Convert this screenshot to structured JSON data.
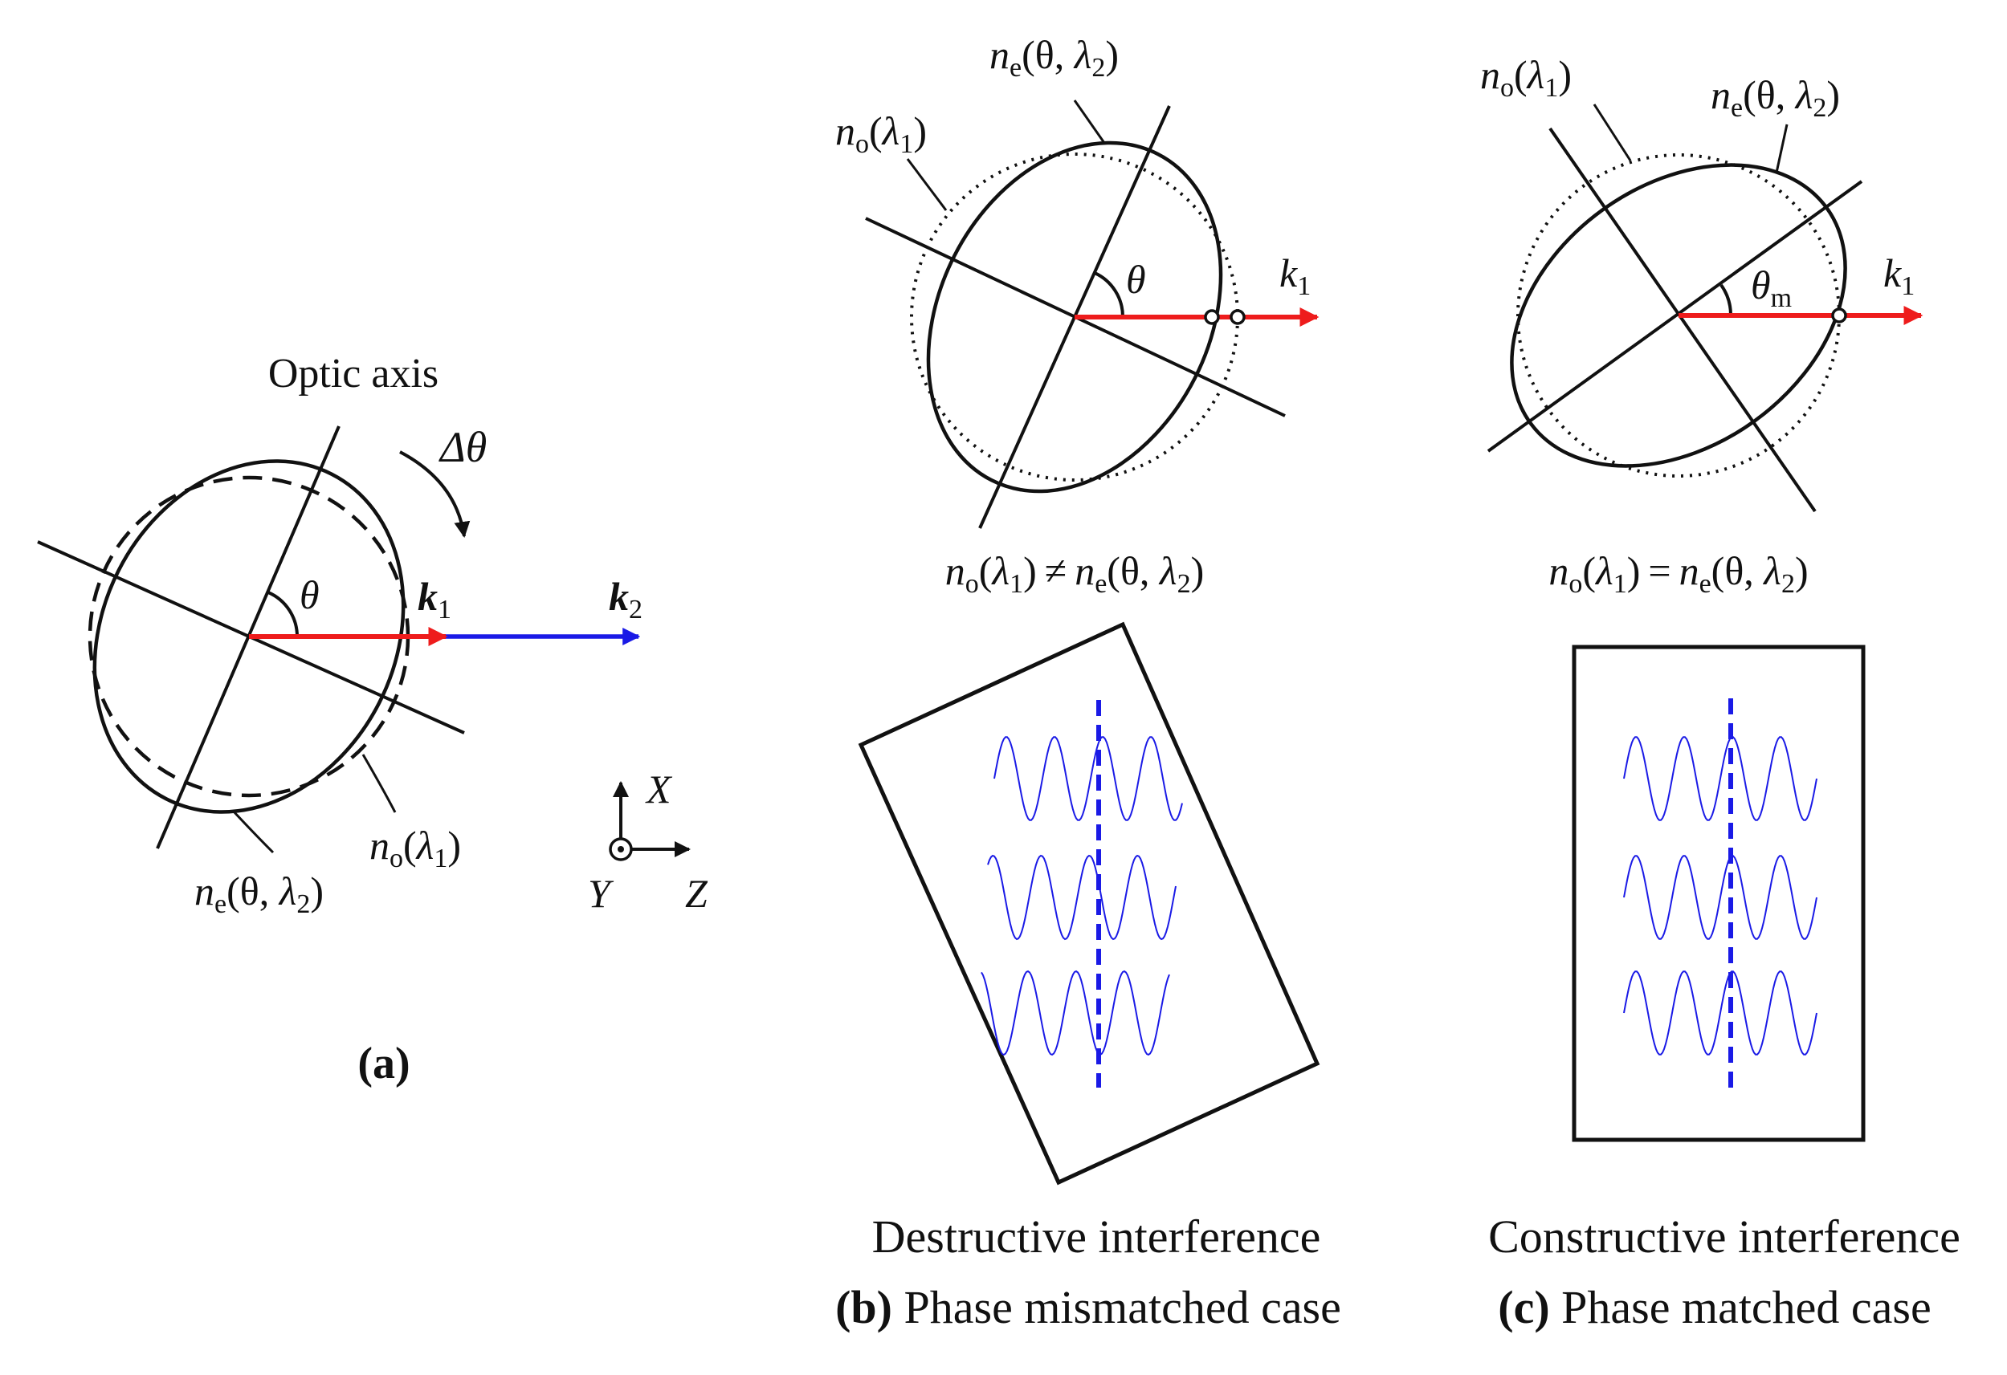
{
  "panel_a": {
    "optic_axis": "Optic axis",
    "delta_theta": "Δθ",
    "theta": "θ",
    "k1": {
      "base": "k",
      "sub": "1"
    },
    "k2": {
      "base": "k",
      "sub": "2"
    },
    "no": {
      "n": "n",
      "sub": "o",
      "args": [
        "(",
        "λ",
        "1",
        ")"
      ]
    },
    "ne": {
      "n": "n",
      "sub": "e",
      "args": [
        "(θ, ",
        "λ",
        "2",
        ")"
      ]
    },
    "axes": {
      "x": "X",
      "y": "Y",
      "z": "Z"
    },
    "caption": "(a)",
    "colors": {
      "k1": "#ee1c1c",
      "k2": "#1a1ae6"
    }
  },
  "panel_b": {
    "ne_label": {
      "n": "n",
      "sub": "e",
      "args": [
        "(θ, ",
        "λ",
        "2",
        ")"
      ]
    },
    "no_label": {
      "n": "n",
      "sub": "o",
      "args": [
        "(",
        "λ",
        "1",
        ")"
      ]
    },
    "theta": "θ",
    "k1": {
      "base": "k",
      "sub": "1"
    },
    "relation": {
      "op": "≠"
    },
    "interference": "Destructive interference",
    "caption_bold": "(b)",
    "caption": " Phase mismatched case"
  },
  "panel_c": {
    "no_label": {
      "n": "n",
      "sub": "o",
      "args": [
        "(",
        "λ",
        "1",
        ")"
      ]
    },
    "ne_label": {
      "n": "n",
      "sub": "e",
      "args": [
        "(θ, ",
        "λ",
        "2",
        ")"
      ]
    },
    "theta_m": {
      "base": "θ",
      "sub": "m"
    },
    "k1": {
      "base": "k",
      "sub": "1"
    },
    "relation": {
      "op": "="
    },
    "interference": "Constructive interference",
    "caption_bold": "(c)",
    "caption": " Phase matched case"
  },
  "colors": {
    "arrow_red": "#ee1c1c",
    "wave_blue": "#1a1ae6",
    "line": "#111111"
  }
}
